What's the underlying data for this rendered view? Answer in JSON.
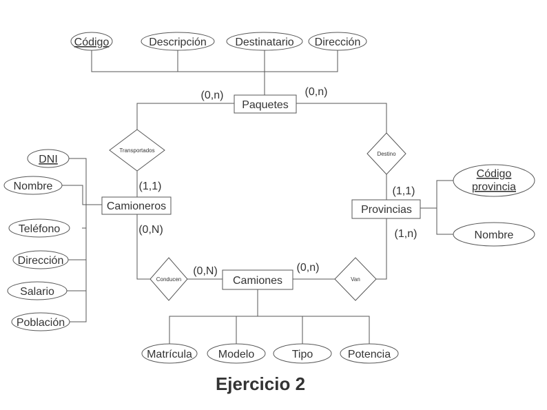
{
  "title": "Ejercicio 2",
  "entities": {
    "paquetes": "Paquetes",
    "camioneros": "Camioneros",
    "provincias": "Provincias",
    "camiones": "Camiones"
  },
  "relationships": {
    "transportados": "Transportados",
    "destino": "Destino",
    "conducen": "Conducen",
    "van": "Van"
  },
  "attributes": {
    "paquetes": [
      "Código",
      "Descripción",
      "Destinatario",
      "Dirección"
    ],
    "camioneros": [
      "DNI",
      "Nombre",
      "Teléfono",
      "Dirección",
      "Salario",
      "Población"
    ],
    "provincias_key": [
      "Código",
      "provincia"
    ],
    "provincias": [
      "Nombre"
    ],
    "camiones": [
      "Matrícula",
      "Modelo",
      "Tipo",
      "Potencia"
    ]
  },
  "cardinalities": {
    "paquetes_transportados": "(0,n)",
    "paquetes_destino": "(0,n)",
    "camioneros_transportados": "(1,1)",
    "camioneros_conducen": "(0,N)",
    "camiones_conducen": "(0,N)",
    "camiones_van": "(0,n)",
    "provincias_destino": "(1,1)",
    "provincias_van": "(1,n)"
  }
}
